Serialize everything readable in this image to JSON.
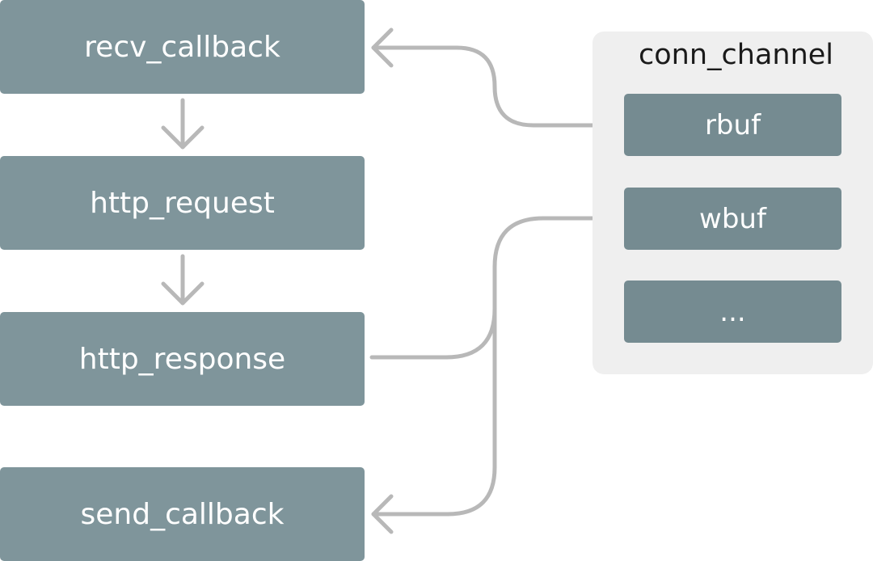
{
  "nodes": {
    "recv_callback": "recv_callback",
    "http_request": "http_request",
    "http_response": "http_response",
    "send_callback": "send_callback"
  },
  "channel": {
    "title": "conn_channel",
    "buffers": [
      "rbuf",
      "wbuf",
      "..."
    ]
  },
  "colors": {
    "node_fill": "#7f959b",
    "buffer_fill": "#758b91",
    "channel_fill": "#efefef",
    "arrow": "#b8b8b8"
  }
}
